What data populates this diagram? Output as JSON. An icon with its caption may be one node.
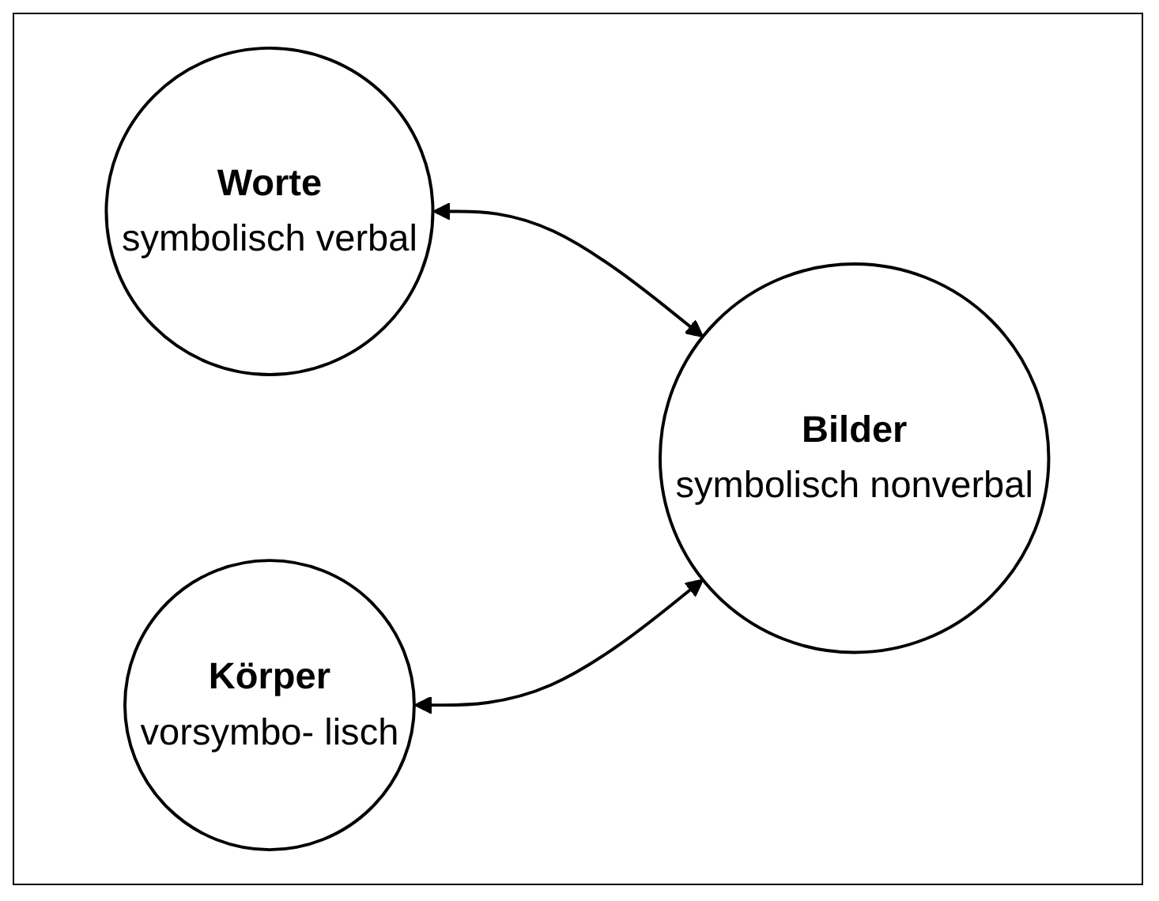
{
  "diagram": {
    "nodes": [
      {
        "text": [
          "Worte",
          "symbolisch verbal"
        ]
      },
      {
        "text": [
          "Bilder",
          "symbolisch nonverbal"
        ]
      },
      {
        "text": [
          "Körper",
          "vorsymbo- lisch"
        ]
      }
    ],
    "edges": [
      {
        "from": 0,
        "to": 1,
        "arrow": "both"
      },
      {
        "from": 2,
        "to": 1,
        "arrow": "both"
      }
    ]
  }
}
